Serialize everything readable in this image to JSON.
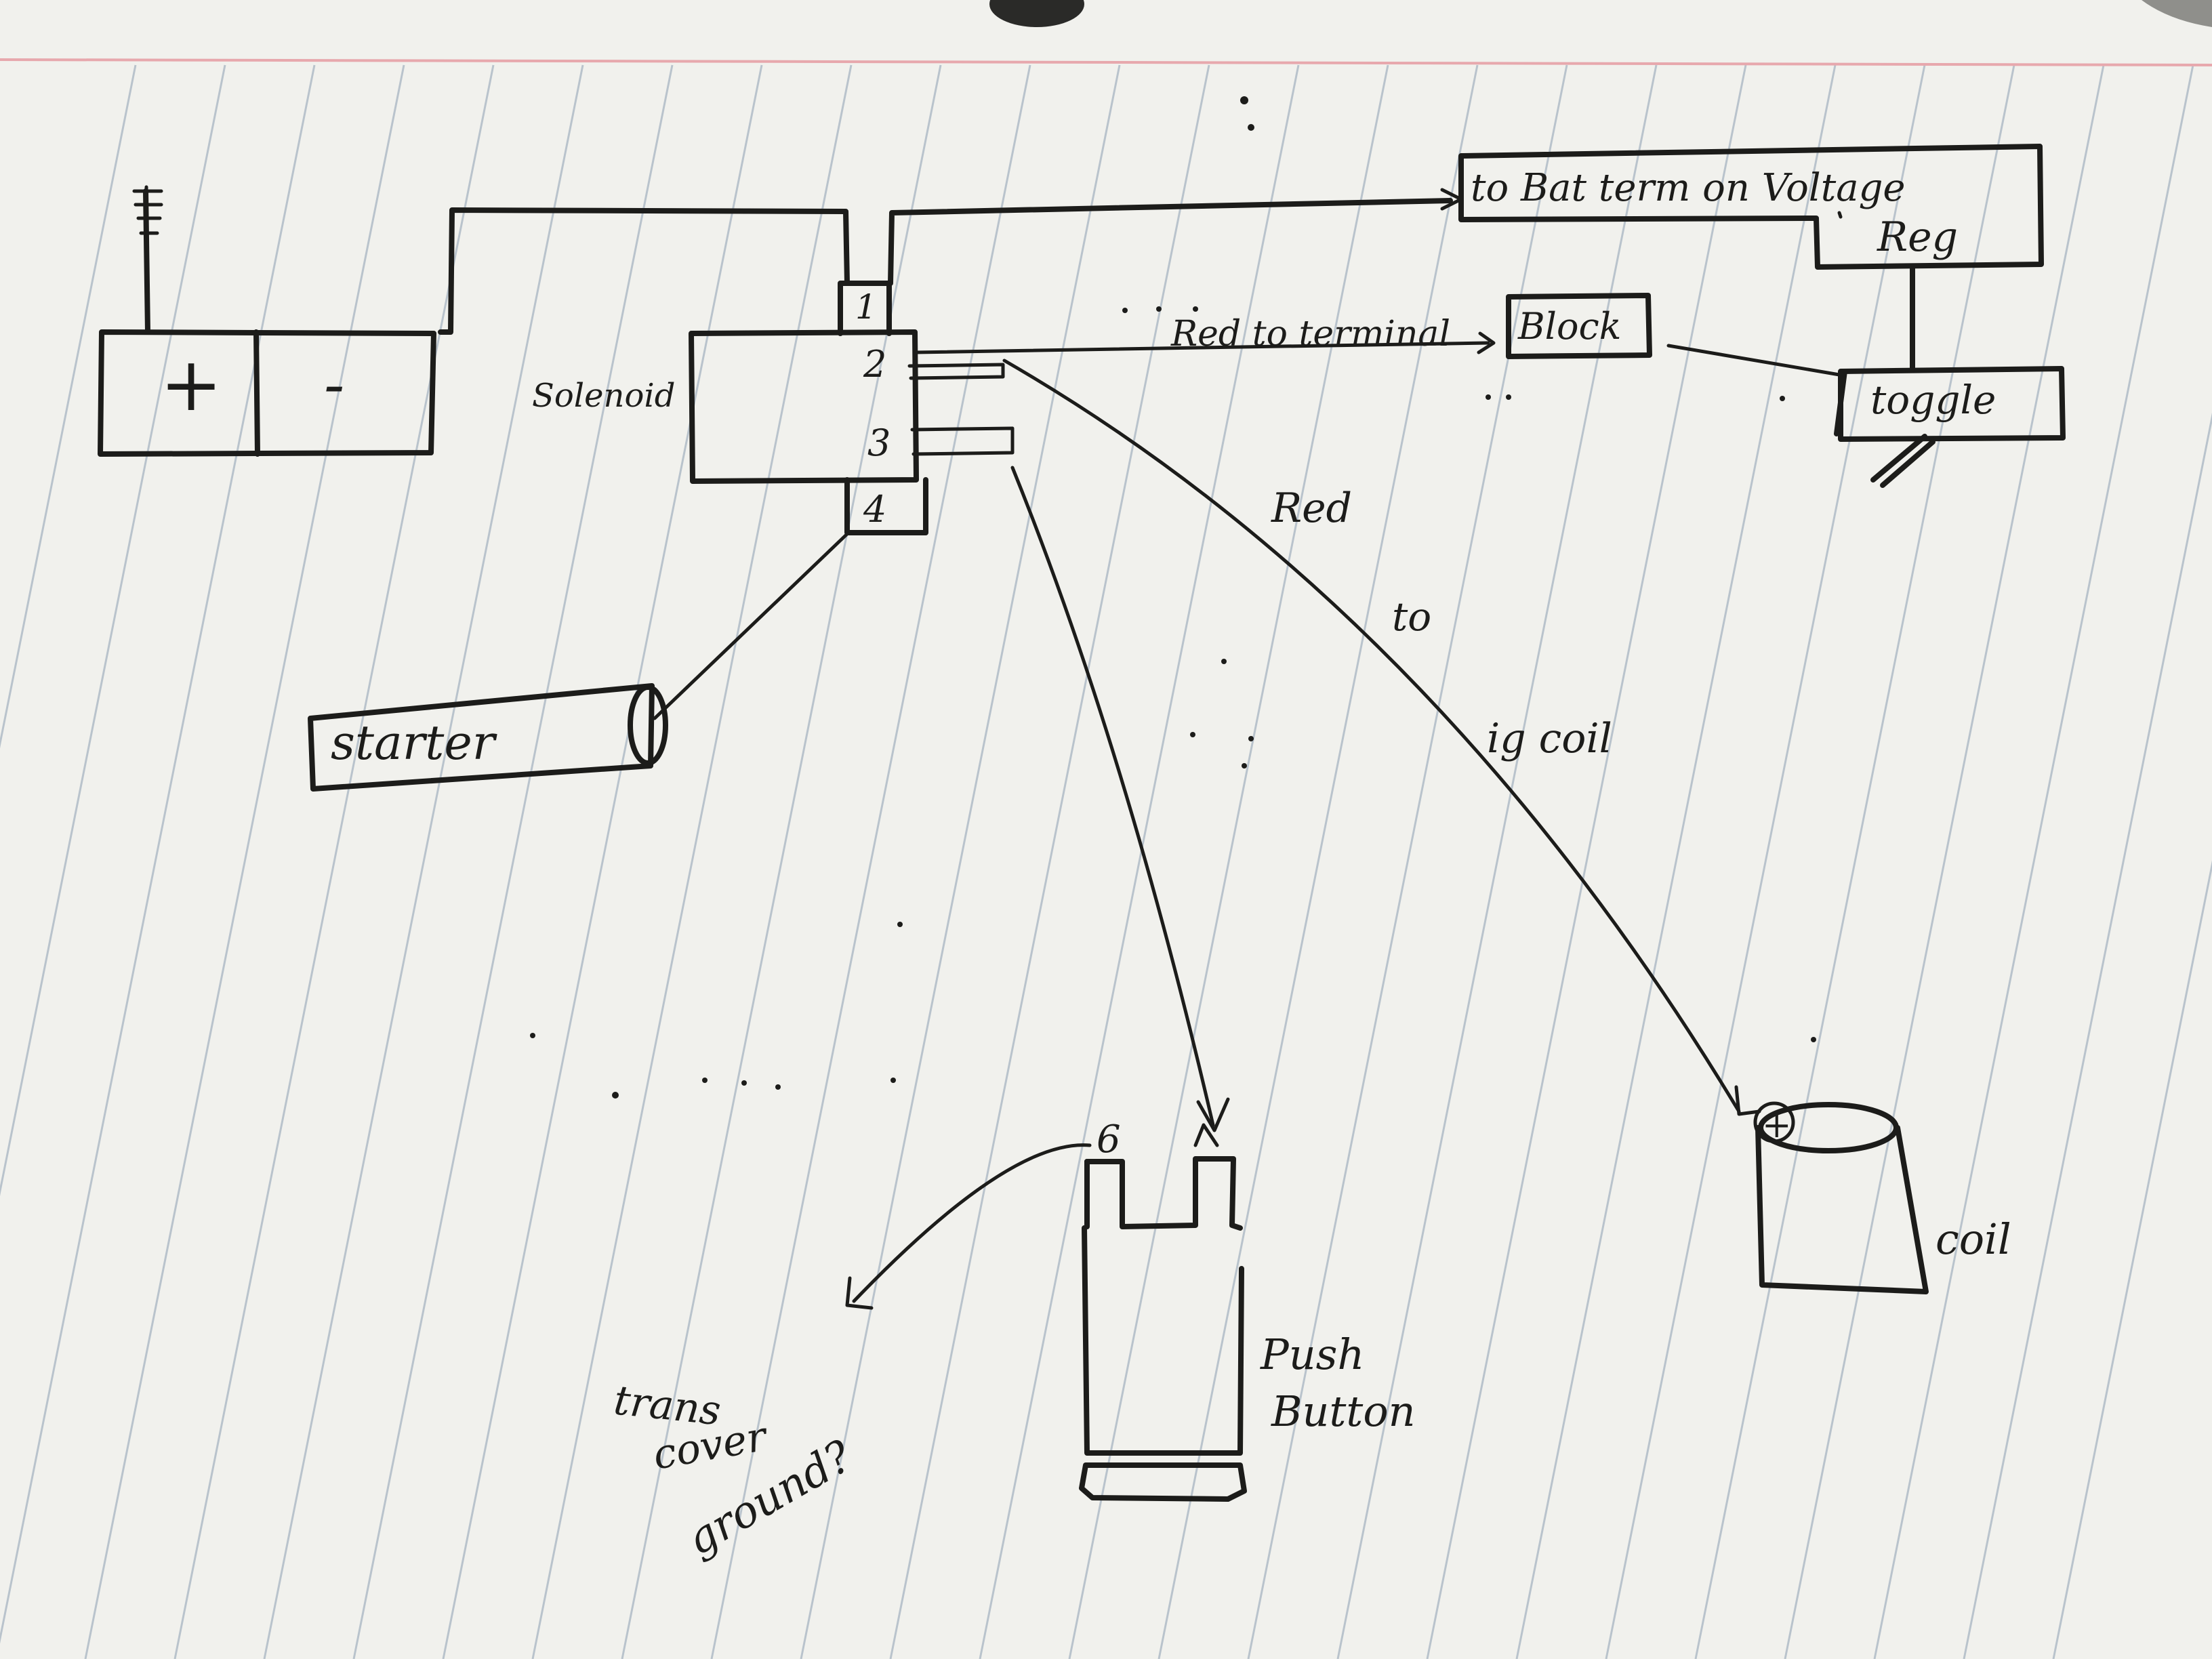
{
  "labels": {
    "voltage_reg_line1": "to Bat term on Voltage",
    "voltage_reg_line2": "Reg",
    "battery_plus": "+",
    "battery_minus": "-",
    "solenoid": "Solenoid",
    "terminal_1": "1",
    "terminal_2": "2",
    "terminal_3": "3",
    "terminal_4": "4",
    "red_to_terminal": "Red to terminal",
    "block": "Block",
    "toggle": "toggle",
    "red": "Red",
    "to": "to",
    "ig_coil": "ig coil",
    "starter": "starter",
    "coil_plus": "+",
    "coil": "coil",
    "push_button_line1": "Push",
    "push_button_line2": "Button",
    "button_terminal_6": "6",
    "trans_line1": "trans",
    "trans_line2": "cover",
    "trans_line3": "ground?"
  },
  "colors": {
    "paper": "#f1f1ed",
    "ruled_line": "#b9c3cc",
    "margin_line": "#e7a8ad",
    "ink": "#1c1c1a",
    "background": "#7a7a76"
  }
}
